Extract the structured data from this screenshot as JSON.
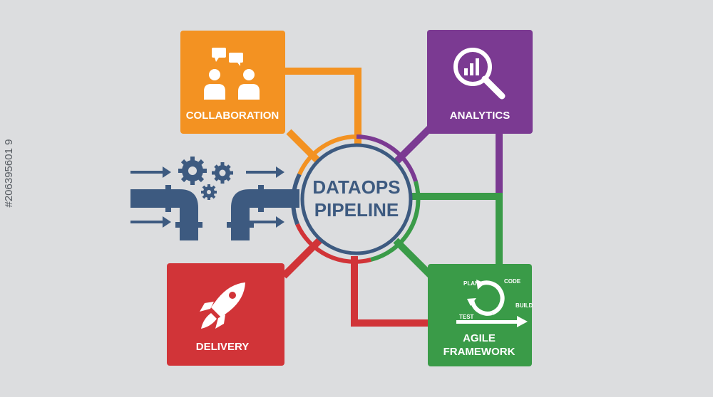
{
  "center": {
    "line1": "DATAOPS",
    "line2": "PIPELINE"
  },
  "nodes": {
    "collaboration": {
      "label": "COLLABORATION",
      "color": "#f39222",
      "icon": "people-chat-icon"
    },
    "analytics": {
      "label": "ANALYTICS",
      "color": "#7b3a92",
      "icon": "magnifier-chart-icon"
    },
    "delivery": {
      "label": "DELIVERY",
      "color": "#d13438",
      "icon": "rocket-icon"
    },
    "agile": {
      "label_line1": "AGILE",
      "label_line2": "FRAMEWORK",
      "color": "#3a9b48",
      "icon": "agile-cycle-icon",
      "cycle": {
        "plan": "PLAN",
        "code": "CODE",
        "build": "BUILD",
        "test": "TEST"
      }
    }
  },
  "pipeline": {
    "color": "#3d5a80",
    "icons": [
      "gear-icon",
      "pipe-icon",
      "arrow-right-icon"
    ]
  },
  "side_id": "206395601 9",
  "side_id_text": "#206395601 9"
}
